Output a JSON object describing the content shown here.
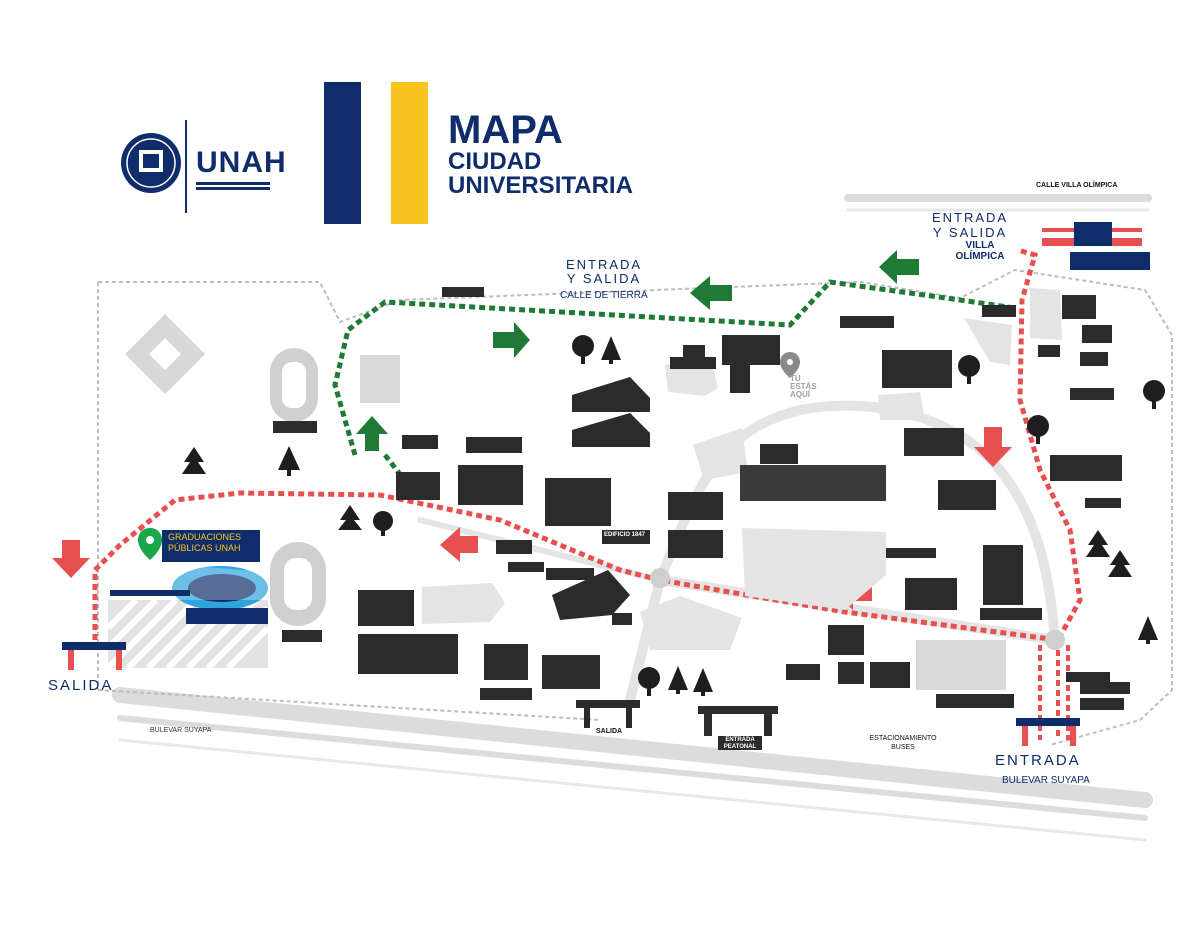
{
  "logo": {
    "word": "UNAH"
  },
  "title": {
    "line1": "MAPA",
    "line2": "CIUDAD",
    "line3": "UNIVERSITARIA"
  },
  "labels": {
    "entrada_salida_tierra": "ENTRADA\nY SALIDA",
    "calle_tierra": "CALLE DE TIERRA",
    "entrada_salida_villa": "ENTRADA\nY SALIDA",
    "villa_olimpica": "VILLA\nOLÍMPICA",
    "calle_villa": "CALLE VILLA OLÍMPICA",
    "salida": "SALIDA",
    "entrada": "ENTRADA",
    "bulevar_suyapa_right": "BULEVAR SUYAPA",
    "bulevar_suyapa_left": "BULEVAR SUYAPA",
    "graduaciones": "GRADUACIONES\nPÚBLICAS UNAH",
    "tu_estas_aqui": "TÚ\nESTÁS\nAQUÍ",
    "edificio_1847": "EDIFICIO 1847",
    "salida_gate": "SALIDA",
    "entrada_peatonal": "ENTRADA\nPEATONAL",
    "estacionamiento": "ESTACIONAMIENTO\nBUSES"
  },
  "colors": {
    "navy": "#0f2d6b",
    "gold": "#f9c31f",
    "red_route": "#e8504f",
    "green_route": "#1f7a35",
    "building": "#2b2b2b",
    "lawn": "#e6e6e6"
  }
}
